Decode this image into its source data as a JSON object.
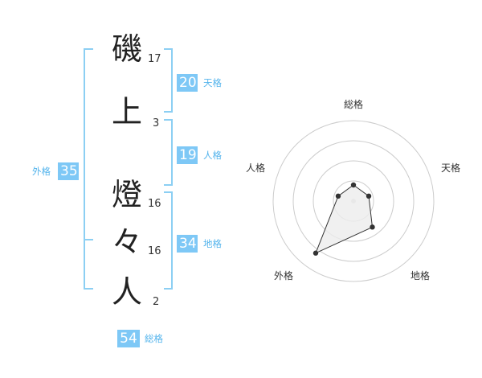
{
  "name": {
    "chars": [
      {
        "char": "磯",
        "strokes": "17"
      },
      {
        "char": "上",
        "strokes": "3"
      },
      {
        "char": "燈",
        "strokes": "16"
      },
      {
        "char": "々",
        "strokes": "16"
      },
      {
        "char": "人",
        "strokes": "2"
      }
    ]
  },
  "fortunes": {
    "ten": {
      "value": "20",
      "label": "天格"
    },
    "jin": {
      "value": "19",
      "label": "人格"
    },
    "chi": {
      "value": "34",
      "label": "地格"
    },
    "gai": {
      "value": "35",
      "label": "外格"
    },
    "sou": {
      "value": "54",
      "label": "総格"
    }
  },
  "colors": {
    "accent": "#7ec8f6",
    "accent_text": "#54b4ec",
    "bracket": "#8ccff3"
  },
  "chart_data": {
    "type": "radar",
    "axes": [
      "総格",
      "天格",
      "地格",
      "外格",
      "人格"
    ],
    "values": [
      0.2,
      0.2,
      0.4,
      0.8,
      0.2
    ],
    "rings": 4,
    "range": [
      0,
      1
    ]
  }
}
